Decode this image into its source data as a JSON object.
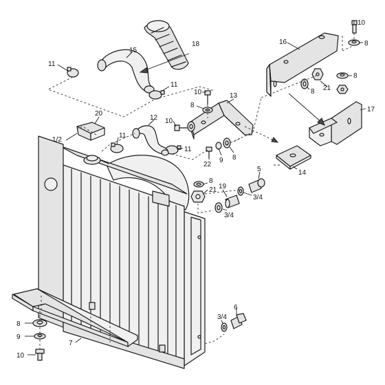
{
  "callouts": {
    "c1": "10",
    "c2": "8",
    "c3": "16",
    "c4": "18",
    "c5": "15",
    "c6": "11",
    "c7": "11",
    "c8": "8",
    "c9": "21",
    "c10": "8",
    "c11": "17",
    "c12": "10",
    "c13": "13",
    "c14": "8",
    "c15": "20",
    "c16": "12",
    "c17": "10",
    "c18": "1/2",
    "c19": "11",
    "c20": "11",
    "c21": "22",
    "c22": "9",
    "c23": "8",
    "c24": "14",
    "c25": "5",
    "c26": "8",
    "c27": "21",
    "c28": "19",
    "c29": "3/4",
    "c30": "3/4",
    "c31": "6",
    "c32": "3/4",
    "c33": "8",
    "c34": "9",
    "c35": "7",
    "c36": "10"
  }
}
